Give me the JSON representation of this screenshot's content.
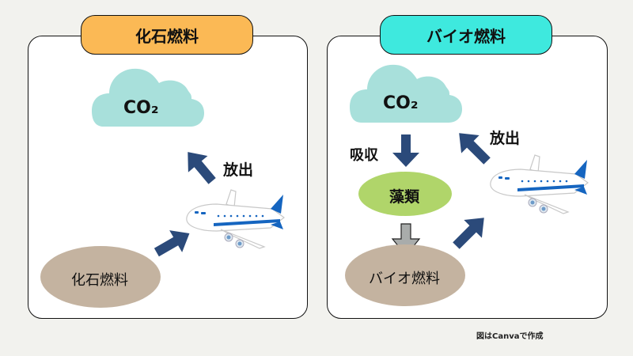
{
  "left_panel": {
    "title": "化石燃料",
    "cloud_label": "CO₂",
    "release_label": "放出",
    "source_label": "化石燃料",
    "colors": {
      "title_bg": "#fbb955",
      "cloud": "#a8e0db",
      "source": "#c4b3a0",
      "arrow": "#2b4a7a"
    }
  },
  "right_panel": {
    "title": "バイオ燃料",
    "cloud_label": "CO₂",
    "absorb_label": "吸収",
    "release_label": "放出",
    "algae_label": "藻類",
    "source_label": "バイオ燃料",
    "colors": {
      "title_bg": "#3ee9de",
      "cloud": "#a8e0db",
      "algae": "#b0d56a",
      "source": "#c4b3a0",
      "arrow": "#2b4a7a",
      "gray_arrow": "#a9acab"
    }
  },
  "footer": {
    "credit": "図はCanvaで作成"
  }
}
